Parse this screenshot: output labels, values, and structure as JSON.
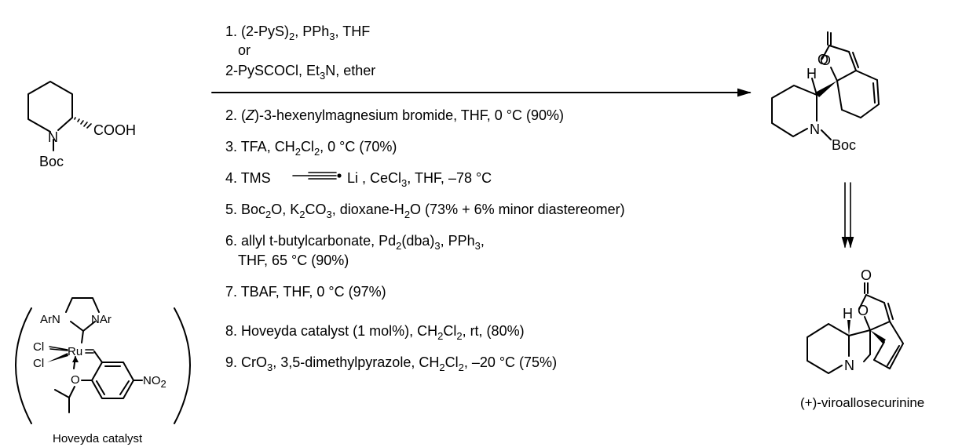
{
  "start_material": {
    "n_label": "N",
    "cooh_label": "COOH",
    "boc_label": "Boc"
  },
  "steps": [
    {
      "id": "1a",
      "parts": [
        [
          "1. (2-PyS)",
          ""
        ],
        [
          "2",
          "sub"
        ],
        [
          ", PPh",
          ""
        ],
        [
          "3",
          "sub"
        ],
        [
          ", THF",
          ""
        ]
      ]
    },
    {
      "id": "1or",
      "parts": [
        [
          "or",
          ""
        ]
      ]
    },
    {
      "id": "1b",
      "parts": [
        [
          "2-PySCOCl, Et",
          ""
        ],
        [
          "3",
          "sub"
        ],
        [
          "N, ether",
          ""
        ]
      ]
    },
    {
      "id": "2",
      "parts": [
        [
          "2. (",
          ""
        ],
        [
          "Z",
          "ital"
        ],
        [
          ")-3-hexenylmagnesium bromide, THF, 0 °C  (90%)",
          ""
        ]
      ]
    },
    {
      "id": "3",
      "parts": [
        [
          "3. TFA, CH",
          ""
        ],
        [
          "2",
          "sub"
        ],
        [
          "Cl",
          ""
        ],
        [
          "2",
          "sub"
        ],
        [
          ", 0 °C (70%)",
          ""
        ]
      ]
    },
    {
      "id": "4a",
      "parts": [
        [
          "4. TMS",
          ""
        ]
      ]
    },
    {
      "id": "4b",
      "parts": [
        [
          "Li  , CeCl",
          ""
        ],
        [
          "3",
          "sub"
        ],
        [
          ", THF, –78 °C",
          ""
        ]
      ]
    },
    {
      "id": "5",
      "parts": [
        [
          "5. Boc",
          ""
        ],
        [
          "2",
          "sub"
        ],
        [
          "O, K",
          ""
        ],
        [
          "2",
          "sub"
        ],
        [
          "CO",
          ""
        ],
        [
          "3",
          "sub"
        ],
        [
          ", dioxane-H",
          ""
        ],
        [
          "2",
          "sub"
        ],
        [
          "O  (73% + 6% minor diastereomer)",
          ""
        ]
      ]
    },
    {
      "id": "6a",
      "parts": [
        [
          "6. allyl t-butylcarbonate, Pd",
          ""
        ],
        [
          "2",
          "sub"
        ],
        [
          "(dba)",
          ""
        ],
        [
          "3",
          "sub"
        ],
        [
          ", PPh",
          ""
        ],
        [
          "3",
          "sub"
        ],
        [
          ",",
          ""
        ]
      ]
    },
    {
      "id": "6b",
      "parts": [
        [
          "THF, 65 °C       (90%)",
          ""
        ]
      ]
    },
    {
      "id": "7",
      "parts": [
        [
          "7. TBAF, THF, 0 °C (97%)",
          ""
        ]
      ]
    },
    {
      "id": "8",
      "parts": [
        [
          "8. Hoveyda catalyst (1 mol%), CH",
          ""
        ],
        [
          "2",
          "sub"
        ],
        [
          "Cl",
          ""
        ],
        [
          "2",
          "sub"
        ],
        [
          ", rt, (80%)",
          ""
        ]
      ]
    },
    {
      "id": "9",
      "parts": [
        [
          "9. CrO",
          ""
        ],
        [
          "3",
          "sub"
        ],
        [
          ", 3,5-dimethylpyrazole, CH",
          ""
        ],
        [
          "2",
          "sub"
        ],
        [
          "Cl",
          ""
        ],
        [
          "2",
          "sub"
        ],
        [
          ", –20 °C (75%)",
          ""
        ]
      ]
    }
  ],
  "intermediate": {
    "o_carbonyl": "O",
    "o_ring": "O",
    "h_label": "H",
    "n_label": "N",
    "boc_label": "Boc"
  },
  "product": {
    "o_carbonyl": "O",
    "o_ring": "O",
    "h_label": "H",
    "n_label": "N",
    "name": "(+)-viroallosecurinine"
  },
  "catalyst": {
    "arn_left": "ArN",
    "nar_right": "NAr",
    "cl_top": "Cl",
    "cl_bottom": "Cl",
    "ru_label": "Ru",
    "o_label": "O",
    "no2_label": "NO",
    "no2_sub": "2",
    "caption": "Hoveyda catalyst"
  }
}
